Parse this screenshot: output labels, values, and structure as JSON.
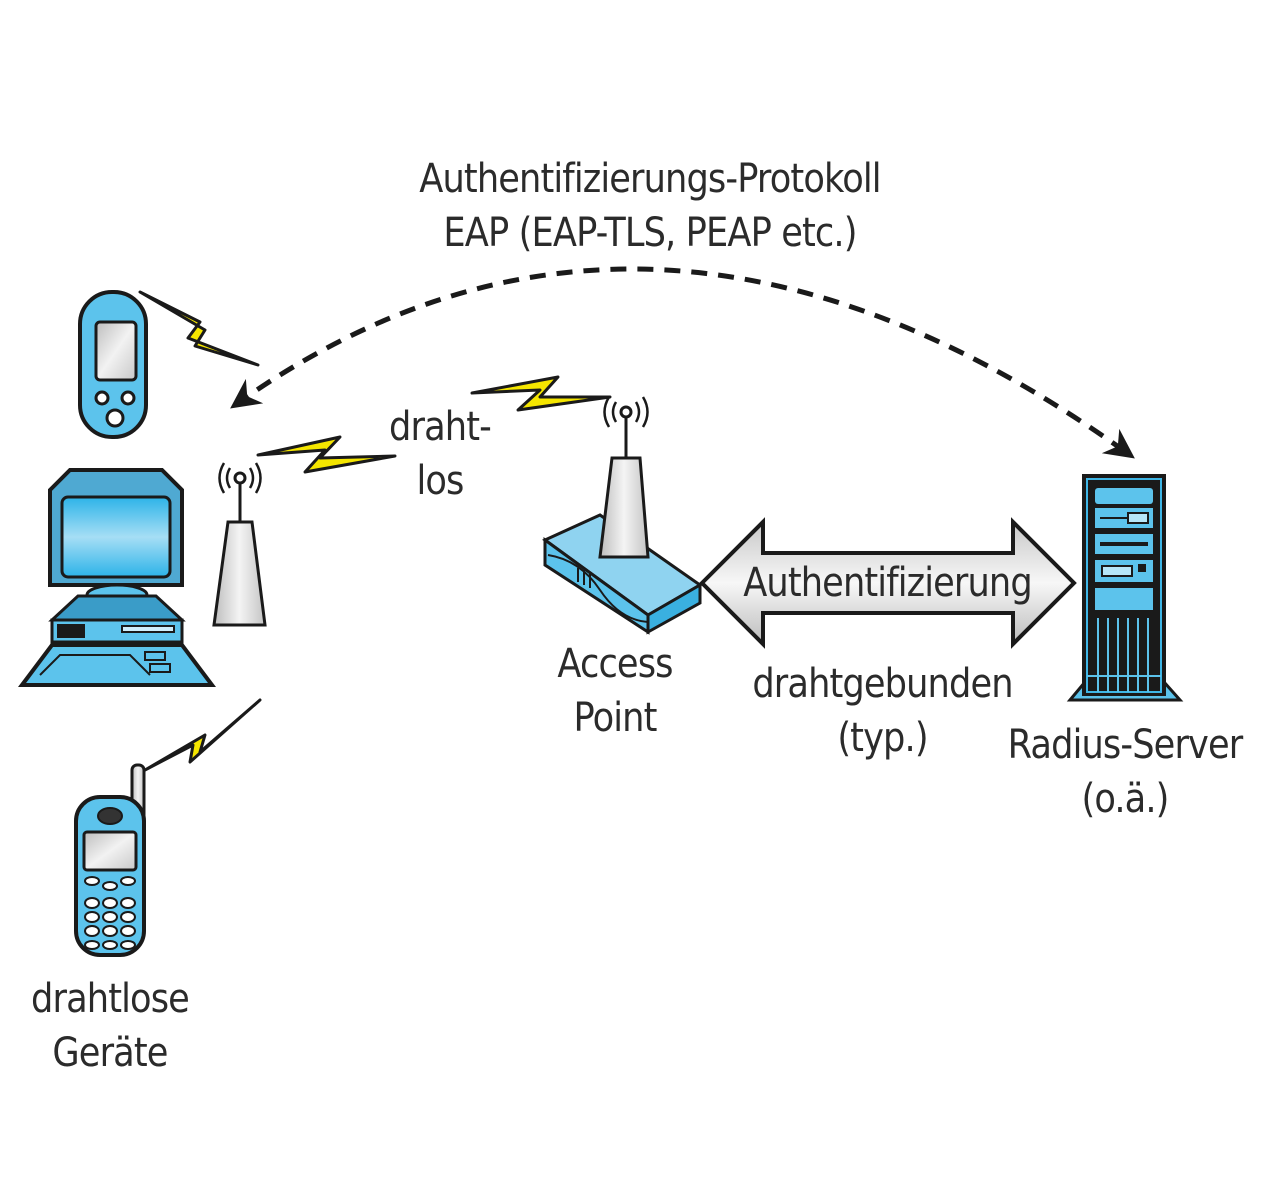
{
  "protocol_label": {
    "line1": "Authentifizierungs-Protokoll",
    "line2": "EAP (EAP-TLS, PEAP etc.)"
  },
  "wireless_label": {
    "line1": "draht-",
    "line2": "los"
  },
  "devices_label": {
    "line1": "drahtlose",
    "line2": "Geräte"
  },
  "access_point_label": {
    "line1": "Access",
    "line2": "Point"
  },
  "auth_arrow_label": "Authentifizierung",
  "wired_label": {
    "line1": "drahtgebunden",
    "line2": "(typ.)"
  },
  "server_label": {
    "line1": "Radius-Server",
    "line2": "(o.ä.)"
  },
  "colors": {
    "device_blue": "#5cc3ec",
    "device_dark_blue": "#3a9cc8",
    "bolt_yellow": "#f5e600",
    "antenna_gray": "#d9d9d9",
    "outline": "#1a1a1a"
  }
}
